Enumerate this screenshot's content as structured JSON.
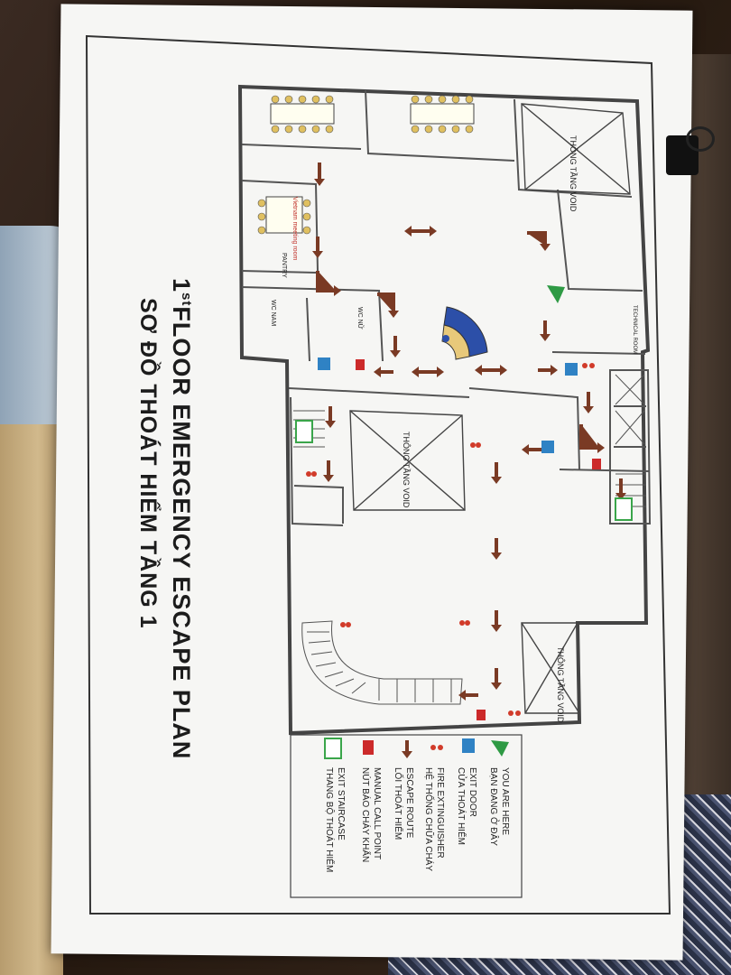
{
  "title_line1_base": "1",
  "title_line1_sup": "st",
  "title_line1_rest": "FLOOR EMERGENCY ESCAPE PLAN",
  "title_line2": "SƠ ĐỒ THOÁT HIỂM TẦNG 1",
  "rooms": {
    "void_top_right": "THÔNG TẦNG VOID",
    "void_center": "THÔNG TẦNG VOID",
    "void_bottom_right": "THÔNG TẦNG VOID",
    "meeting_room": "Vietnam meeting room",
    "pantry": "PANTRY",
    "wc_male": "WC NAM",
    "wc_female": "WC NỮ",
    "technical_room": "TECHNICAL ROOM"
  },
  "legend": [
    {
      "icon": "you-are-here",
      "en": "YOU ARE HERE",
      "vi": "BẠN ĐANG Ở ĐÂY"
    },
    {
      "icon": "exit-door",
      "en": "EXIT DOOR",
      "vi": "CỬA THOÁT HIỂM"
    },
    {
      "icon": "fire-extinguisher",
      "en": "FIRE EXTINGUISHER",
      "vi": "HỆ THỐNG CHỮA CHÁY"
    },
    {
      "icon": "escape-route",
      "en": "ESCAPE ROUTE",
      "vi": "LỐI THOÁT HIỂM"
    },
    {
      "icon": "manual-call-point",
      "en": "MANUAL CALL POINT",
      "vi": "NÚT BÁO CHÁY KHẨN"
    },
    {
      "icon": "exit-staircase",
      "en": "EXIT STAIRCASE",
      "vi": "THANG BỘ THOÁT HIỂM"
    }
  ],
  "colors": {
    "arrow": "#7a3a24",
    "exit_sign": "#2f82c4",
    "you_are_here": "#2e9a44",
    "call_point": "#cc2a2a",
    "extinguisher": "#d13b2a",
    "stair_sign": "#3aa54a"
  }
}
